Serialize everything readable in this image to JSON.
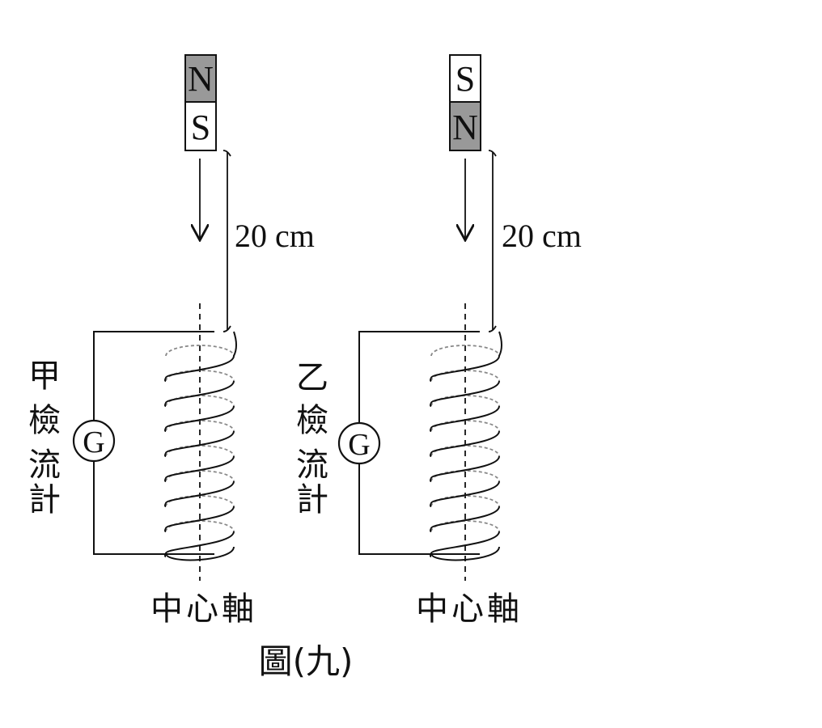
{
  "caption": "圖(九)",
  "colors": {
    "ink": "#111111",
    "magnet_fill": "#999999",
    "hidden_coil": "#888888",
    "background": "#ffffff"
  },
  "setups": [
    {
      "galvanometer_name": [
        "甲",
        "檢",
        "流",
        "計"
      ],
      "galvanometer_symbol": "G",
      "magnet_top_pole": "N",
      "magnet_bottom_pole": "S",
      "shaded_pole": "top",
      "distance_label": "20 cm",
      "axis_label": "中心軸",
      "coil_turns": 8
    },
    {
      "galvanometer_name": [
        "乙",
        "檢",
        "流",
        "計"
      ],
      "galvanometer_symbol": "G",
      "magnet_top_pole": "S",
      "magnet_bottom_pole": "N",
      "shaded_pole": "bottom",
      "distance_label": "20 cm",
      "axis_label": "中心軸",
      "coil_turns": 8
    }
  ]
}
